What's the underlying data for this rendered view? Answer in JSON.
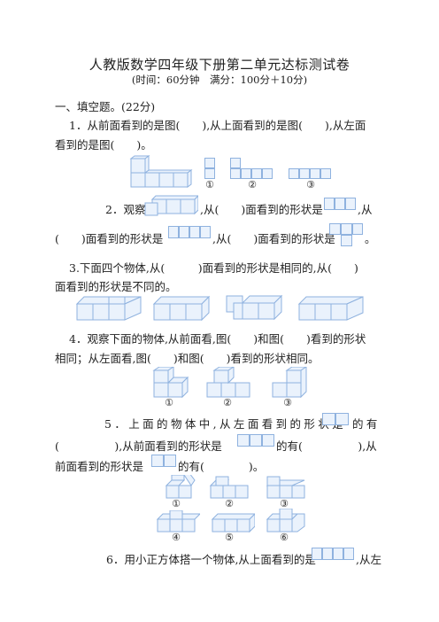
{
  "header": {
    "title": "人教版数学四年级下册第二单元达标测试卷",
    "subtitle": "(时间：60分钟　满分：100分＋10分)"
  },
  "section1": {
    "heading": "一、填空题。(22分)"
  },
  "q1": {
    "line1": "1．从前面看到的是图(　　),从上面看到的是图(　　),从左面",
    "line2": "看到的是图(　　)。",
    "labels": [
      "①",
      "②",
      "③"
    ]
  },
  "q2": {
    "part1": "2．观察",
    "part2": ",从(　　)面看到的形状是",
    "part3": ",从",
    "line2a": "(　　)面看到的形状是",
    "line2b": ",从(　　)面看到的形状是",
    "line2c": "。"
  },
  "q3": {
    "line1": "3.下面四个物体,从(　　　)面看到的形状是相同的,从(　　)",
    "line2": "面看到的形状是不同的。"
  },
  "q4": {
    "line1": "4．观察下面的物体,从前面看,图(　　)和图(　　)看到的形状",
    "line2": "相同；从左面看,图(　　)和图(　　)看到的形状相同。",
    "labels": [
      "①",
      "②",
      "③"
    ]
  },
  "q5": {
    "part1": "5．上面的物体中,从左面看到的形状是",
    "part2": "的有",
    "line2a": "(　　　　　),从前面看到的形状是",
    "line2b": "的有(　　　　　),从",
    "line3a": "前面看到的形状是",
    "line3b": "的有(　　　　)。",
    "labels": [
      "①",
      "②",
      "③",
      "④",
      "⑤",
      "⑥"
    ]
  },
  "q6": {
    "part1": "6．用小正方体搭一个物体,从上面看到的是",
    "part2": ",从左"
  }
}
